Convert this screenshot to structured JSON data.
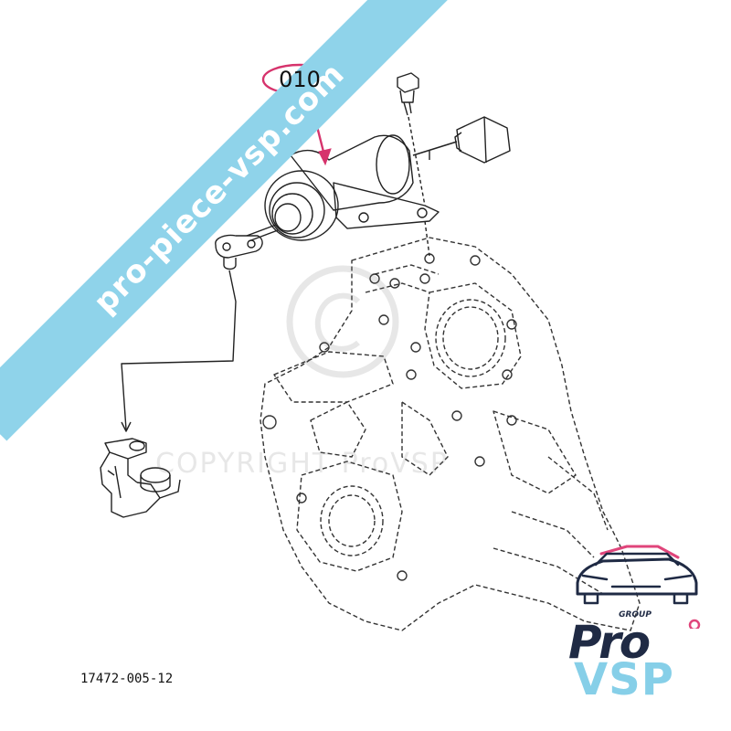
{
  "watermark_banner": "pro-piece-vsp.com",
  "callout": {
    "label": "010",
    "color": "#d6336c"
  },
  "copyright_watermark": "COPYRIGHT ProVSP",
  "reference_code": "17472-005-12",
  "logo": {
    "group": "GROUP",
    "pro": "Pro",
    "vsp": "VSP",
    "navy": "#1f2a44",
    "cyan": "#86cfe8",
    "pink": "#e0457b"
  },
  "banner_color": "#8fd3ea"
}
